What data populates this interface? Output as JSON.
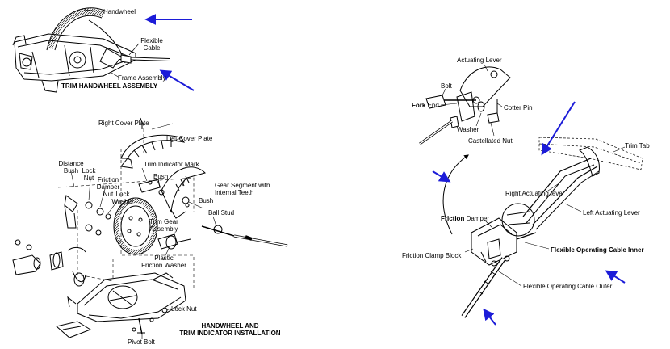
{
  "assembly": {
    "title": "TRIM HANDWHEEL ASSEMBLY",
    "labels": {
      "handwheel": "Handwheel",
      "flexible_cable_1": "Flexible",
      "flexible_cable_2": "Cable",
      "frame_assembly": "Frame Assembly"
    }
  },
  "installation": {
    "title_line1": "HANDWHEEL AND",
    "title_line2": "TRIM INDICATOR INSTALLATION",
    "labels": {
      "right_cover_plate": "Right Cover Plate",
      "left_cover_plate": "Left Cover Plate",
      "distance_bush_1": "Distance",
      "distance_bush_2": "Bush",
      "lock_nut_top_1": "Lock",
      "lock_nut_top_2": "Nut",
      "friction_damper_nut_1": "Friction",
      "friction_damper_nut_2": "Damper",
      "friction_damper_nut_3": "Nut",
      "lock_washer_1": "Lock",
      "lock_washer_2": "Washer",
      "trim_indicator_mark": "Trim Indicator Mark",
      "bush_1": "Bush",
      "gear_segment_1": "Gear Segment with",
      "gear_segment_2": "Internal Teeth",
      "bush_2": "Bush",
      "ball_stud": "Ball Stud",
      "trim_gear_1": "Trim Gear",
      "trim_gear_2": "Assembly",
      "plastic_washer_1": "Plastic",
      "plastic_washer_2": "Friction Washer",
      "lock_nut_bottom": "Lock Nut",
      "pivot_bolt": "Pivot Bolt"
    }
  },
  "trim_tab": {
    "labels": {
      "actuating_lever": "Actuating Lever",
      "bolt": "Bolt",
      "fork_end_bold": "Fork",
      "fork_end_rest": " End",
      "cotter_pin": "Cotter Pin",
      "washer": "Washer",
      "castellated_nut": "Castellated Nut",
      "trim_tab": "Trim Tab",
      "right_actuating_lever": "Right Actuating lever",
      "left_actuating_lever": "Left Actuating Lever",
      "friction_damper_bold": "Friction",
      "friction_damper_rest": " Damper",
      "friction_clamp_block": "Friction Clamp Block",
      "flexible_cable_inner": "Flexible Operating Cable Inner",
      "flexible_cable_outer": "Flexible Operating Cable Outer"
    }
  },
  "colors": {
    "arrow": "#1c1cd8",
    "line": "#000000",
    "hatch": "#444444"
  },
  "icons": [
    "blue-arrow-icon"
  ]
}
